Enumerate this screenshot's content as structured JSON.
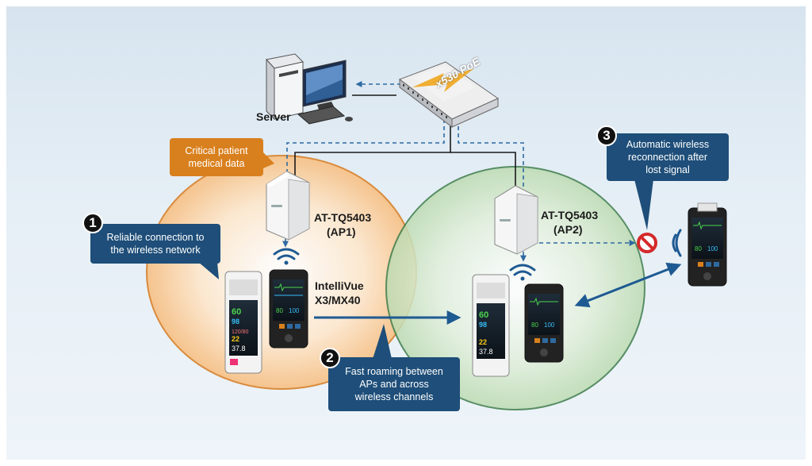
{
  "nodes": {
    "server": "Server",
    "switch": "x530 PoE",
    "ap1_model": "AT-TQ5403",
    "ap1_id": "(AP1)",
    "ap2_model": "AT-TQ5403",
    "ap2_id": "(AP2)",
    "monitor_line1": "IntelliVue",
    "monitor_line2": "X3/MX40"
  },
  "callouts": {
    "critical": "Critical patient\nmedical data",
    "reliable": "Reliable connection to\nthe wireless network",
    "roaming": "Fast roaming between\nAPs and across\nwireless channels",
    "reconnect": "Automatic wireless\nreconnection after\nlost signal"
  },
  "badges": {
    "one": "1",
    "two": "2",
    "three": "3"
  },
  "screen_values": {
    "hr": "60",
    "spo2": "98",
    "bp": "120/80",
    "resp": "22",
    "temp": "37.8",
    "hr_small": "80",
    "spo2_small": "100"
  },
  "colors": {
    "callout_blue": "#1e4e79",
    "callout_orange": "#d9801e",
    "zone_orange": "#f5c089",
    "zone_green": "#b9d8b0",
    "link_blue": "#2e6aa1",
    "block_red": "#d42a2a"
  }
}
